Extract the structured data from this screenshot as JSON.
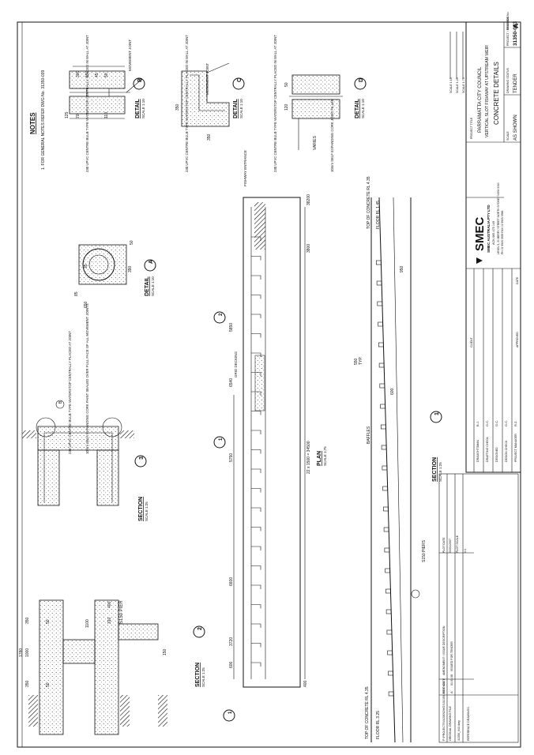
{
  "notes": {
    "title": "NOTES",
    "line1": "1. FOR GENERAL NOTES REFER DWG No. 31350-039"
  },
  "detail_a": {
    "title": "DETAIL",
    "tag": "A",
    "scale": "SCALE 1:10",
    "dims": [
      "85",
      "650",
      "390",
      "35",
      "50"
    ]
  },
  "detail_b": {
    "title": "DETAIL",
    "tag": "B",
    "scale": "SCALE 1:10",
    "note": "230 UPVC CENTRE BULB TYPE WATERSTOP CENTRALLY PLACED IN WALL AT JOINT",
    "label": "MOVEMENT JOINT",
    "dims": [
      "300",
      "150",
      "45",
      "50",
      "70",
      "110",
      "125"
    ]
  },
  "detail_c": {
    "title": "DETAIL",
    "tag": "C",
    "scale": "SCALE 1:10",
    "note": "230 UPVC CENTRE BULB TYPE WATERSTOP CENTRALLY PLACED IN WALL AT JOINT",
    "label": "MOVEMENT JOINT",
    "dims": [
      "350",
      "350"
    ]
  },
  "detail_d": {
    "title": "DETAIL",
    "tag": "D",
    "scale": "SCALE 1:10",
    "note1": "230 UPVC CENTRE BULB TYPE WATERSTOP CENTRALLY PLACED IN WALL AT JOINT",
    "note2": "10mm SELF EXPANDING CORK JOINT FILLER",
    "dims": [
      "50",
      "120",
      "VARIES"
    ]
  },
  "section3": {
    "title": "SECTION",
    "tag": "3",
    "scale": "SCALE 1:25",
    "note1": "230 UPVC CENTRE BULB TYPE WATERSTOP CENTRALLY PLACED AT JOINT",
    "note2": "10mm SELF EXPANDING CORK PAINT SEALED OVER FULL FACE OF ALL MOVEMENT JOINTS",
    "callout": "B"
  },
  "section2": {
    "title": "SECTION",
    "tag": "2",
    "scale": "SCALE 1:25",
    "pier_label": "S150 PIER",
    "dims": [
      "1780",
      "1000",
      "350",
      "350",
      "50",
      "50",
      "1100",
      "310",
      "400",
      "150"
    ]
  },
  "plan": {
    "title": "PLAN",
    "scale": "SCALE 1:75",
    "grid": "GRID DECKING",
    "entrance": "FISHWAY ENTRANCE",
    "overall": "22 x 1500 = 34500",
    "dims": [
      "6600",
      "5750",
      "6540",
      "5850",
      "3800",
      "3720",
      "600",
      "400",
      "38200"
    ]
  },
  "section1": {
    "title": "SECTION",
    "tag": "1",
    "scale": "SCALE 1:25",
    "baffles": "BAFFLES",
    "piers": "S150 PIERS",
    "top_left": "TOP OF CONCRETE RL 4.35",
    "floor_left": "FLOOR RL 3.25",
    "top_right": "TOP OF CONCRETE RL 4.35",
    "floor_right": "FLOOR RL 1.45",
    "typ": "TYP.",
    "dims": [
      "550",
      "600",
      "950",
      "1500"
    ]
  },
  "title_block": {
    "client": "PARRAMATTA CITY COUNCIL",
    "project": "VERTICAL SLOT FISHWAY AT UPSTREAM WEIR",
    "title": "CONCRETE DETAILS",
    "logo": "SMEC",
    "company": "SMEC AUSTRALIA PTY LTD",
    "acn": "ACN 065 475 149",
    "address": "LEVEL 5, 20 BERRY STREET NORTH SYDNEY NSW 2060",
    "phone": "PH 02 9925 5555   FAX 02 9925 5566",
    "scale_label": "SCALE",
    "scale_value": "AS SHOWN",
    "status_label": "DRAWING STATUS",
    "status_value": "TENDER",
    "project_no_label": "PROJECT / DRAWING No.",
    "drawing_no": "31350-043",
    "rev_label": "REVISION",
    "rev": "A",
    "scale_bar_1": "SCALE 1:10",
    "scale_bar_2": "SCALE 1:25",
    "scale_bar_3": "SCALE 1:75",
    "roles": [
      "DRAUGHTSMAN",
      "DRAFTING CHECK",
      "DESIGNED",
      "DESIGN CHECK",
      "PROJECT MANAGER"
    ],
    "initials": [
      "B.J.",
      "G.C.",
      "G.C.",
      "G.C.",
      "R.Z."
    ],
    "approved": "APPROVED",
    "date": "DATE",
    "client_label": "CLIENT",
    "project_label": "PROJECT TITLE"
  },
  "revision_block": {
    "rev": "A",
    "date": "01.03.08",
    "desc": "ISSUED FOR TENDER",
    "col_rev": "REV",
    "col_date": "DATE",
    "col_desc": "AMENDMENT / ISSUE DESCRIPTION",
    "plot_date": "PLOT DATE",
    "plot_value": "03/01/2007",
    "plot_scale": "PLOT SCALE",
    "plot_scale_value": "1:1",
    "ref": "REFERENCE DRAWINGS",
    "file_path": "P:\\PROJECTS\\31350\\DWGS\\31350-043.DWG",
    "file_label": "ORIGINAL DRAWING FILE",
    "file_value": "31350_043.dwg"
  }
}
